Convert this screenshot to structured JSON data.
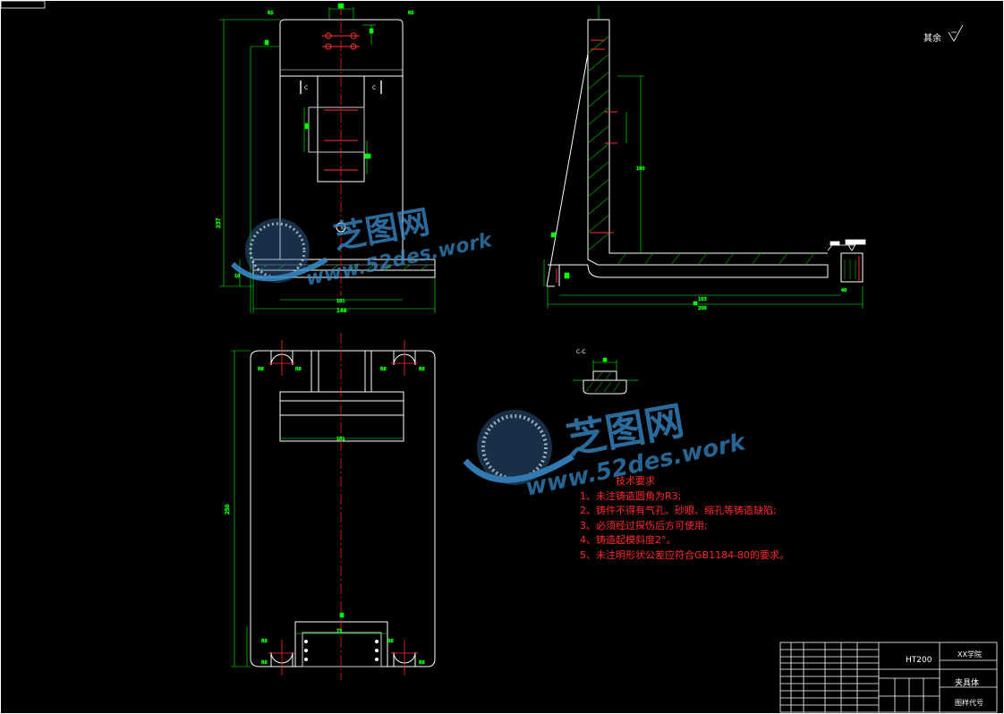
{
  "drawing": {
    "tech_requirements": {
      "title": "技术要求",
      "items": [
        "1、未注铸造圆角为R3;",
        "2、铸件不得有气孔、砂眼、缩孔等铸造缺陷;",
        "3、必须经过探伤后方可使用;",
        "4、铸造起模斜度2°。",
        "5、未注明形状公差应符合GB1184-80的要求。"
      ]
    },
    "roughness_note": "其余",
    "section_label": "C-C",
    "title_block": {
      "material": "HT200",
      "school": "XX学院",
      "part_name": "夹具体",
      "drawing_no_label": "图样代号"
    },
    "watermark": {
      "brand": "芝图网",
      "url": "www.52des.work"
    },
    "colors": {
      "background": "#000000",
      "outline": "#ffffff",
      "centerline": "#ff2020",
      "dimension": "#00ff00",
      "hatch": "#00d000",
      "holes": "#ff3030",
      "watermark": "#3a8fd0"
    }
  }
}
